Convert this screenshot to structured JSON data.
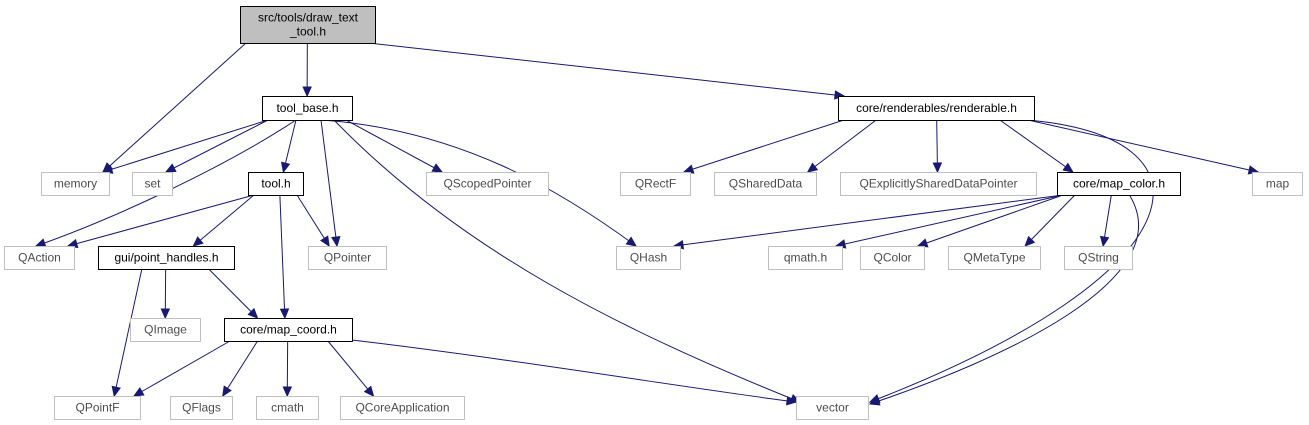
{
  "diagram": {
    "type": "include-dependency-graph",
    "nodes": [
      {
        "id": "draw_text_tool",
        "lines": [
          "src/tools/draw_text",
          "_tool.h"
        ],
        "kind": "main"
      },
      {
        "id": "tool_base",
        "lines": [
          "tool_base.h"
        ],
        "kind": "file"
      },
      {
        "id": "renderable",
        "lines": [
          "core/renderables/renderable.h"
        ],
        "kind": "file"
      },
      {
        "id": "memory",
        "lines": [
          "memory"
        ],
        "kind": "external"
      },
      {
        "id": "set",
        "lines": [
          "set"
        ],
        "kind": "external"
      },
      {
        "id": "tool_h",
        "lines": [
          "tool.h"
        ],
        "kind": "file"
      },
      {
        "id": "qscopedpointer",
        "lines": [
          "QScopedPointer"
        ],
        "kind": "external"
      },
      {
        "id": "qrectf",
        "lines": [
          "QRectF"
        ],
        "kind": "external"
      },
      {
        "id": "qshareddata",
        "lines": [
          "QSharedData"
        ],
        "kind": "external"
      },
      {
        "id": "qexplicitly",
        "lines": [
          "QExplicitlySharedDataPointer"
        ],
        "kind": "external"
      },
      {
        "id": "map_color",
        "lines": [
          "core/map_color.h"
        ],
        "kind": "file"
      },
      {
        "id": "map",
        "lines": [
          "map"
        ],
        "kind": "external"
      },
      {
        "id": "qaction",
        "lines": [
          "QAction"
        ],
        "kind": "external"
      },
      {
        "id": "point_handles",
        "lines": [
          "gui/point_handles.h"
        ],
        "kind": "file"
      },
      {
        "id": "qpointer",
        "lines": [
          "QPointer"
        ],
        "kind": "external"
      },
      {
        "id": "qhash",
        "lines": [
          "QHash"
        ],
        "kind": "external"
      },
      {
        "id": "qmath",
        "lines": [
          "qmath.h"
        ],
        "kind": "external"
      },
      {
        "id": "qcolor",
        "lines": [
          "QColor"
        ],
        "kind": "external"
      },
      {
        "id": "qmetatype",
        "lines": [
          "QMetaType"
        ],
        "kind": "external"
      },
      {
        "id": "qstring",
        "lines": [
          "QString"
        ],
        "kind": "external"
      },
      {
        "id": "qimage",
        "lines": [
          "QImage"
        ],
        "kind": "external"
      },
      {
        "id": "map_coord",
        "lines": [
          "core/map_coord.h"
        ],
        "kind": "file"
      },
      {
        "id": "qpointf",
        "lines": [
          "QPointF"
        ],
        "kind": "external"
      },
      {
        "id": "qflags",
        "lines": [
          "QFlags"
        ],
        "kind": "external"
      },
      {
        "id": "cmath",
        "lines": [
          "cmath"
        ],
        "kind": "external"
      },
      {
        "id": "qcoreapp",
        "lines": [
          "QCoreApplication"
        ],
        "kind": "external"
      },
      {
        "id": "vector",
        "lines": [
          "vector"
        ],
        "kind": "external"
      }
    ],
    "edges": [
      [
        "draw_text_tool",
        "memory"
      ],
      [
        "draw_text_tool",
        "tool_base"
      ],
      [
        "draw_text_tool",
        "renderable"
      ],
      [
        "tool_base",
        "memory"
      ],
      [
        "tool_base",
        "set"
      ],
      [
        "tool_base",
        "qaction"
      ],
      [
        "tool_base",
        "tool_h"
      ],
      [
        "tool_base",
        "qpointer"
      ],
      [
        "tool_base",
        "qscopedpointer"
      ],
      [
        "tool_base",
        "qhash"
      ],
      [
        "tool_base",
        "vector"
      ],
      [
        "renderable",
        "qrectf"
      ],
      [
        "renderable",
        "qshareddata"
      ],
      [
        "renderable",
        "qexplicitly"
      ],
      [
        "renderable",
        "map_color"
      ],
      [
        "renderable",
        "map"
      ],
      [
        "renderable",
        "vector"
      ],
      [
        "tool_h",
        "qaction"
      ],
      [
        "tool_h",
        "point_handles"
      ],
      [
        "tool_h",
        "qpointer"
      ],
      [
        "tool_h",
        "map_coord"
      ],
      [
        "map_color",
        "qhash"
      ],
      [
        "map_color",
        "qmath"
      ],
      [
        "map_color",
        "qcolor"
      ],
      [
        "map_color",
        "qmetatype"
      ],
      [
        "map_color",
        "qstring"
      ],
      [
        "map_color",
        "vector"
      ],
      [
        "point_handles",
        "qimage"
      ],
      [
        "point_handles",
        "map_coord"
      ],
      [
        "point_handles",
        "qpointf"
      ],
      [
        "map_coord",
        "qpointf"
      ],
      [
        "map_coord",
        "qflags"
      ],
      [
        "map_coord",
        "cmath"
      ],
      [
        "map_coord",
        "qcoreapp"
      ],
      [
        "map_coord",
        "vector"
      ]
    ],
    "colors": {
      "edge": "#191970",
      "main_fill": "#bfbfbf",
      "file_border": "#000000",
      "external_border": "#bfbfbf",
      "external_text": "#4d4d4d"
    }
  }
}
